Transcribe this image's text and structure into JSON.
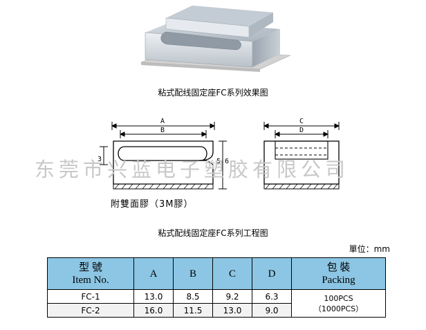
{
  "product_caption": "粘式配线固定座FC系列效果图",
  "drawing_caption": "粘式配线固定座FC系列工程图",
  "adhesive_label": "附雙面膠（3M膠）",
  "watermark": "东莞市兴蓝电子塑胶有限公司",
  "dimensions": {
    "A": "A",
    "B": "B",
    "C": "C",
    "D": "D",
    "h1": "3",
    "h2": "5.6"
  },
  "unit_label": "單位：mm",
  "table": {
    "headers": [
      {
        "zh": "型 號",
        "en": "Item No."
      },
      {
        "zh": "",
        "en": "A"
      },
      {
        "zh": "",
        "en": "B"
      },
      {
        "zh": "",
        "en": "C"
      },
      {
        "zh": "",
        "en": "D"
      },
      {
        "zh": "包 裝",
        "en": "Packing"
      }
    ],
    "rows": [
      {
        "item": "FC-1",
        "A": "13.0",
        "B": "8.5",
        "C": "9.2",
        "D": "6.3"
      },
      {
        "item": "FC-2",
        "A": "16.0",
        "B": "11.5",
        "C": "13.0",
        "D": "9.0"
      }
    ],
    "packing": [
      "100PCS",
      "（1000PCS）"
    ]
  },
  "colors": {
    "header_bg": "#8cc6e4",
    "watermark": "#c8c8c8"
  }
}
